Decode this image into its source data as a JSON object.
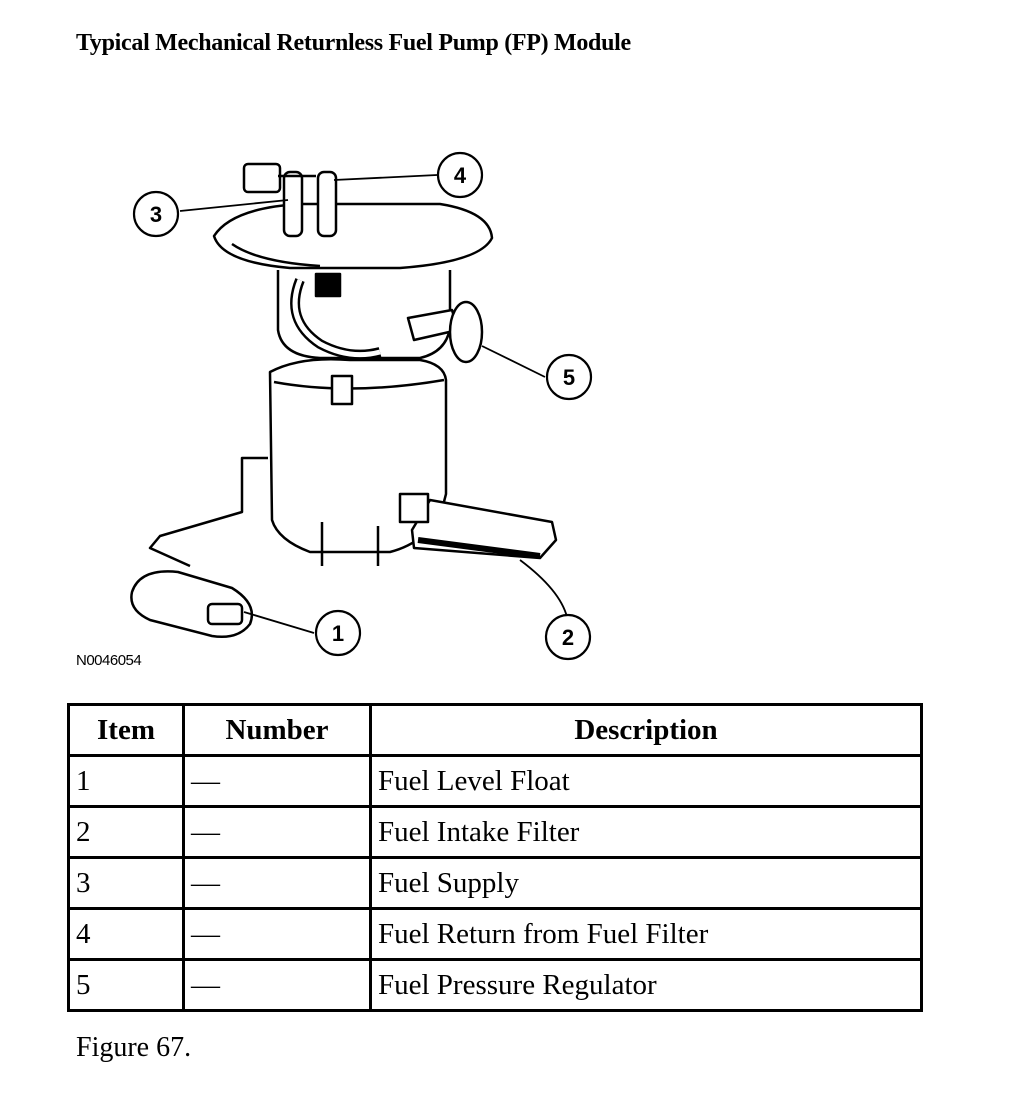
{
  "title": "Typical Mechanical Returnless Fuel Pump (FP) Module",
  "figure_code": "N0046054",
  "callouts": [
    "1",
    "2",
    "3",
    "4",
    "5"
  ],
  "table": {
    "headers": [
      "Item",
      "Number",
      "Description"
    ],
    "rows": [
      {
        "item": "1",
        "number": "—",
        "description": "Fuel Level Float"
      },
      {
        "item": "2",
        "number": "—",
        "description": "Fuel Intake Filter"
      },
      {
        "item": "3",
        "number": "—",
        "description": "Fuel Supply"
      },
      {
        "item": "4",
        "number": "—",
        "description": "Fuel Return from Fuel Filter"
      },
      {
        "item": "5",
        "number": "—",
        "description": "Fuel Pressure Regulator"
      }
    ]
  },
  "caption": "Figure 67."
}
